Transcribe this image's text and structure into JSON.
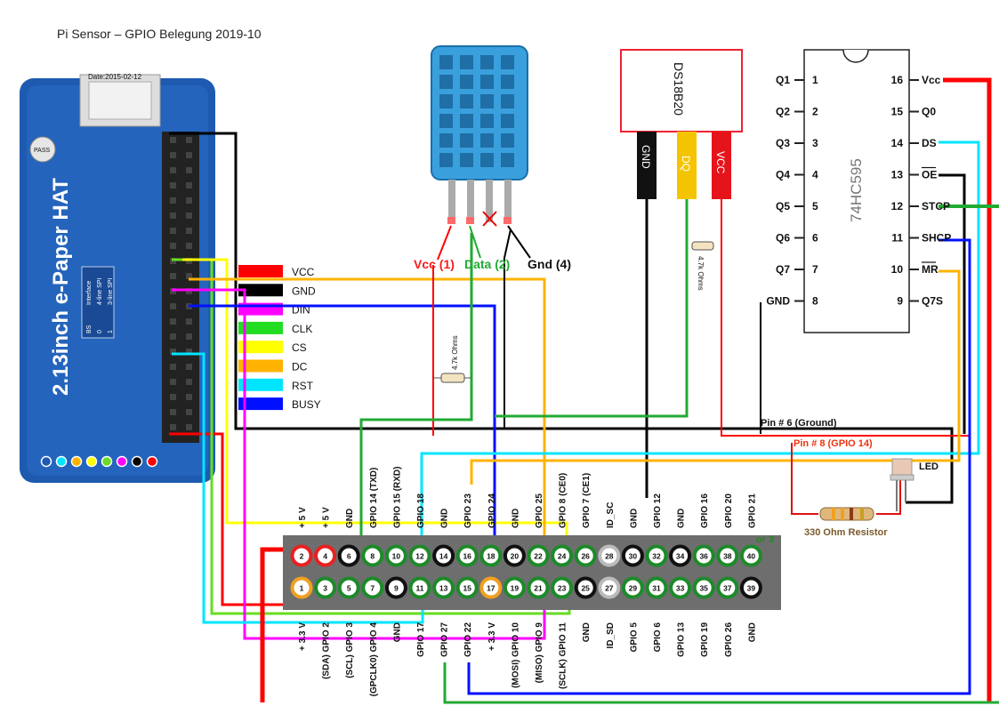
{
  "title": "Pi Sensor – GPIO Belegung 2019-10",
  "epaper": {
    "name": "2.13inch e-Paper HAT",
    "date_label": "Date:2015-02-12",
    "pass_label": "PASS",
    "interface_rows": [
      "BS",
      "Interface",
      "0",
      "4-line SPI",
      "1",
      "3-line SPI"
    ]
  },
  "legend": [
    {
      "label": "VCC",
      "color": "#ff0000"
    },
    {
      "label": "GND",
      "color": "#000000"
    },
    {
      "label": "DIN",
      "color": "#ff00ff"
    },
    {
      "label": "CLK",
      "color": "#22dd22"
    },
    {
      "label": "CS",
      "color": "#ffff00"
    },
    {
      "label": "DC",
      "color": "#ffb300"
    },
    {
      "label": "RST",
      "color": "#00e5ff"
    },
    {
      "label": "BUSY",
      "color": "#0010ff"
    }
  ],
  "dht": {
    "pin1": "Vcc (1)",
    "pin2": "Data (2)",
    "pin4": "Gnd (4)",
    "resistor": "4.7k Ohms"
  },
  "ds18b20": {
    "name": "DS18B20",
    "pins": [
      "GND",
      "DQ",
      "VCC"
    ],
    "resistor": "4.7k Ohms"
  },
  "ic": {
    "name": "74HC595",
    "left_pins": [
      {
        "label": "Q1",
        "num": "1"
      },
      {
        "label": "Q2",
        "num": "2"
      },
      {
        "label": "Q3",
        "num": "3"
      },
      {
        "label": "Q4",
        "num": "4"
      },
      {
        "label": "Q5",
        "num": "5"
      },
      {
        "label": "Q6",
        "num": "6"
      },
      {
        "label": "Q7",
        "num": "7"
      },
      {
        "label": "GND",
        "num": "8"
      }
    ],
    "right_pins": [
      {
        "label": "Vcc",
        "num": "16"
      },
      {
        "label": "Q0",
        "num": "15"
      },
      {
        "label": "DS",
        "num": "14"
      },
      {
        "label": "OE",
        "num": "13"
      },
      {
        "label": "STCP",
        "num": "12"
      },
      {
        "label": "SHCP",
        "num": "11"
      },
      {
        "label": "MR",
        "num": "10"
      },
      {
        "label": "Q7S",
        "num": "9"
      }
    ]
  },
  "annotations": {
    "pin6": "Pin # 6 (Ground)",
    "pin8": "Pin # 8  (GPIO 14)",
    "led": "LED",
    "resistor330": "330 Ohm Resistor",
    "header_note": "or 3"
  },
  "header": {
    "top_labels": [
      "+ 5 V",
      "+ 5 V",
      "GND",
      "GPIO 14 (TXD)",
      "GPIO 15 (RXD)",
      "GPIO 18",
      "GND",
      "GPIO 23",
      "GPIO 24",
      "GND",
      "GPIO 25",
      "GPIO 8 (CE0)",
      "GPIO 7 (CE1)",
      "ID_SC",
      "GND",
      "GPIO 12",
      "GND",
      "GPIO 16",
      "GPIO 20",
      "GPIO 21"
    ],
    "bottom_labels": [
      "+ 3.3 V",
      "(SDA) GPIO 2",
      "(SCL) GPIO 3",
      "(GPCLK0) GPIO 4",
      "GND",
      "GPIO 17",
      "GPIO 27",
      "GPIO 22",
      "+ 3.3 V",
      "(MOSI) GPIO 10",
      "(MISO) GPIO 9",
      "(SCLK) GPIO 11",
      "GND",
      "ID_SD",
      "GPIO 5",
      "GPIO 6",
      "GPIO 13",
      "GPIO 19",
      "GPIO 26",
      "GND"
    ],
    "even_pins": [
      "2",
      "4",
      "6",
      "8",
      "10",
      "12",
      "14",
      "16",
      "18",
      "20",
      "22",
      "24",
      "26",
      "28",
      "30",
      "32",
      "34",
      "36",
      "38",
      "40"
    ],
    "odd_pins": [
      "1",
      "3",
      "5",
      "7",
      "9",
      "11",
      "13",
      "15",
      "17",
      "19",
      "21",
      "23",
      "25",
      "27",
      "29",
      "31",
      "33",
      "35",
      "37",
      "39"
    ]
  }
}
